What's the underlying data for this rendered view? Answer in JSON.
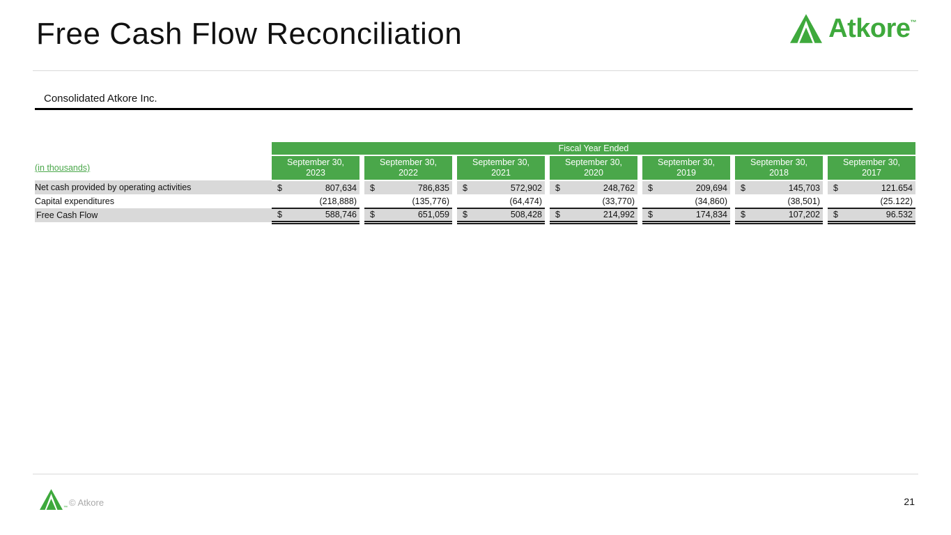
{
  "slide": {
    "title": "Free Cash Flow Reconciliation",
    "section_label": "Consolidated Atkore Inc.",
    "footer_copyright": "© Atkore",
    "page_number": "21"
  },
  "logo": {
    "wordmark": "Atkore",
    "trademark": "™"
  },
  "colors": {
    "logo_green": "#3EA93C",
    "table_green": "#4AA74A",
    "stripe_gray": "#D9D9D9"
  },
  "table": {
    "band_header": "Fiscal Year Ended",
    "units_label": "(in thousands)",
    "currency_symbol": "$",
    "columns": [
      {
        "line1": "September 30,",
        "line2": "2023"
      },
      {
        "line1": "September 30,",
        "line2": "2022"
      },
      {
        "line1": "September 30,",
        "line2": "2021"
      },
      {
        "line1": "September 30,",
        "line2": "2020"
      },
      {
        "line1": "September 30,",
        "line2": "2019"
      },
      {
        "line1": "September 30,",
        "line2": "2018"
      },
      {
        "line1": "September 30,",
        "line2": "2017"
      }
    ],
    "rows": [
      {
        "label": "Net cash provided by operating activities",
        "indent": true,
        "dollar": true,
        "values": [
          "807,634",
          "786,835",
          "572,902",
          "248,762",
          "209,694",
          "145,703",
          "121.654"
        ]
      },
      {
        "label": "Capital expenditures",
        "indent": true,
        "dollar": false,
        "values": [
          "(218,888)",
          "(135,776)",
          "(64,474)",
          "(33,770)",
          "(34,860)",
          "(38,501)",
          "(25.122)"
        ]
      },
      {
        "label": "Free Cash Flow",
        "indent": false,
        "dollar": true,
        "values": [
          "588,746",
          "651,059",
          "508,428",
          "214,992",
          "174,834",
          "107,202",
          "96.532"
        ]
      }
    ]
  }
}
